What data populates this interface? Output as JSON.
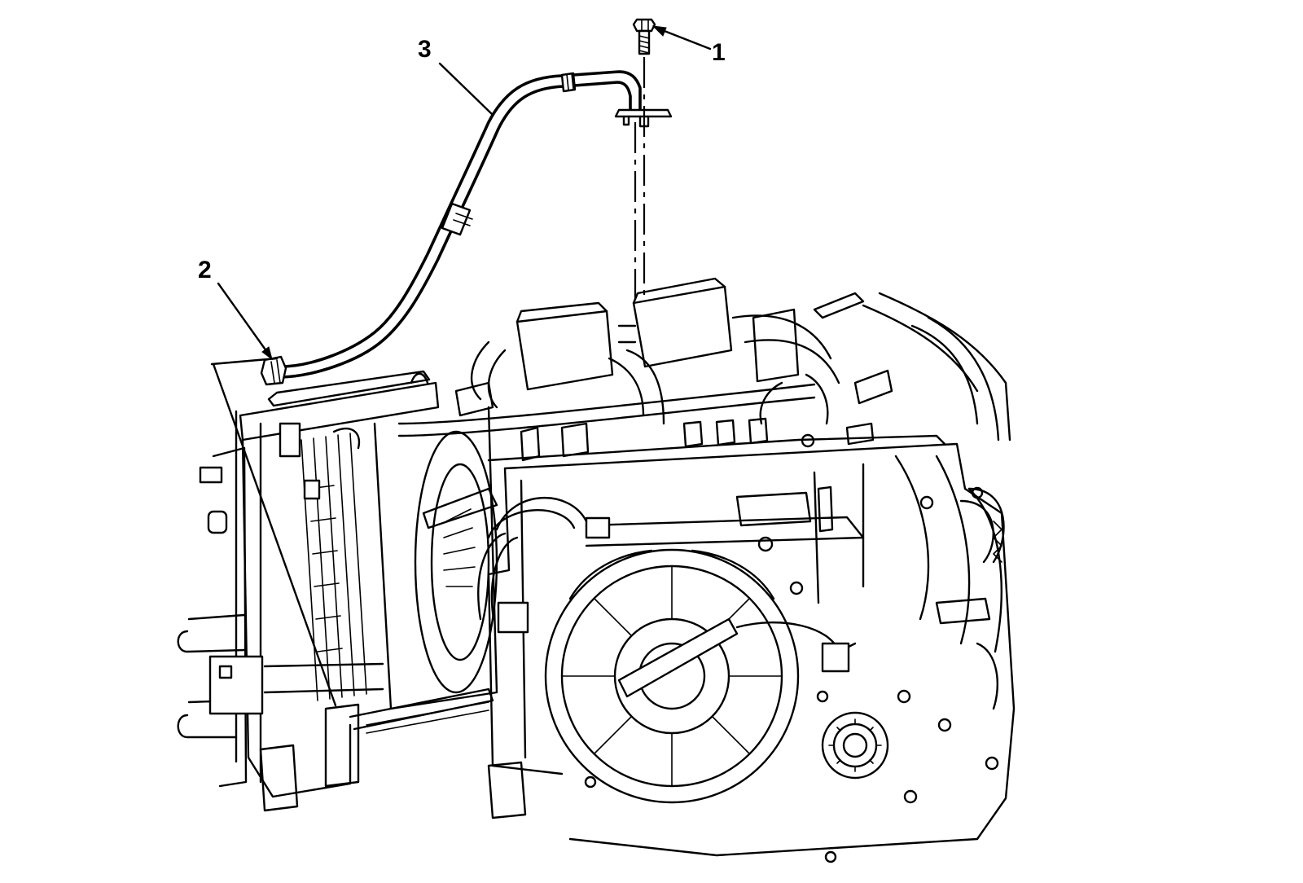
{
  "callouts": [
    {
      "id": "1",
      "label": "1",
      "target": "bolt"
    },
    {
      "id": "2",
      "label": "2",
      "target": "hose-fitting"
    },
    {
      "id": "3",
      "label": "3",
      "target": "hose"
    }
  ]
}
